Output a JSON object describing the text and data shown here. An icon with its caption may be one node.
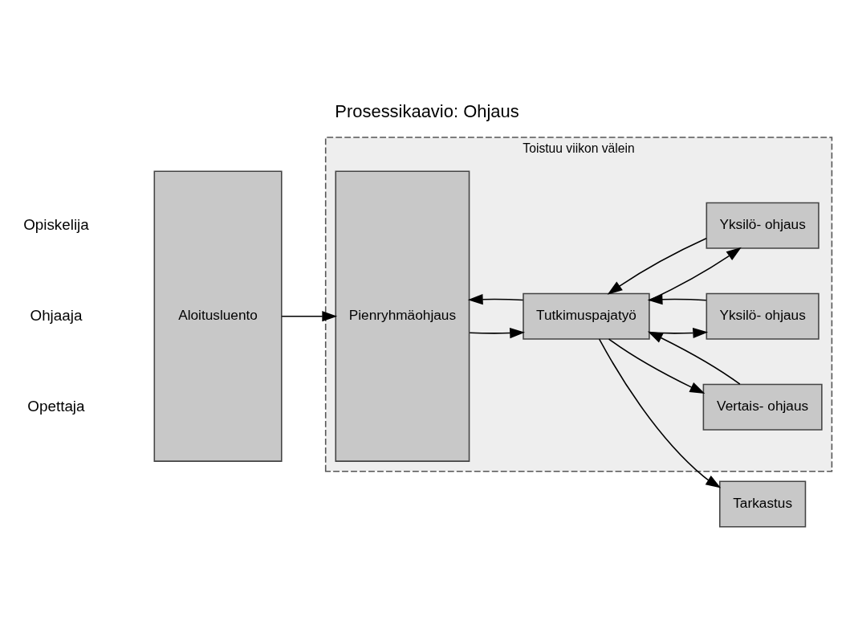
{
  "diagram": {
    "title": "Prosessikaavio: Ohjaus",
    "nodes": [
      {
        "text": [
          "Toistuu viikon välein"
        ]
      },
      {
        "text": [
          "Aloitusluento"
        ]
      },
      {
        "text": [
          "Pienryhmäohjaus"
        ],
        "in": 0
      },
      {
        "text": [
          "Tutkimuspajatyö"
        ],
        "in": 0
      },
      {
        "text": [
          "Vertais- ohjaus"
        ],
        "in": 0
      },
      {
        "text": [
          "Yksilö- ohjaus"
        ],
        "in": 0
      },
      {
        "text": [
          "Yksilö- ohjaus"
        ],
        "in": 0
      },
      {
        "text": [
          "Tarkastus"
        ]
      }
    ],
    "edges": [
      {
        "from": 1,
        "to": 2,
        "arrow": "to"
      },
      {
        "from": 2,
        "to": 3,
        "arrow": "to"
      },
      {
        "from": 3,
        "to": 4,
        "arrow": "to"
      },
      {
        "from": 4,
        "to": 3,
        "arrow": "to"
      },
      {
        "from": 3,
        "to": 2,
        "arrow": "to"
      },
      {
        "from": 3,
        "to": 5,
        "arrow": "to"
      },
      {
        "from": 3,
        "to": 6,
        "arrow": "to"
      },
      {
        "from": 5,
        "to": 3,
        "arrow": "to"
      },
      {
        "from": 6,
        "to": 3,
        "arrow": "to"
      },
      {
        "from": 3,
        "to": 7,
        "arrow": "to"
      }
    ],
    "labels": [
      "Opiskelija",
      "Ohjaaja",
      "Opettaja"
    ]
  }
}
